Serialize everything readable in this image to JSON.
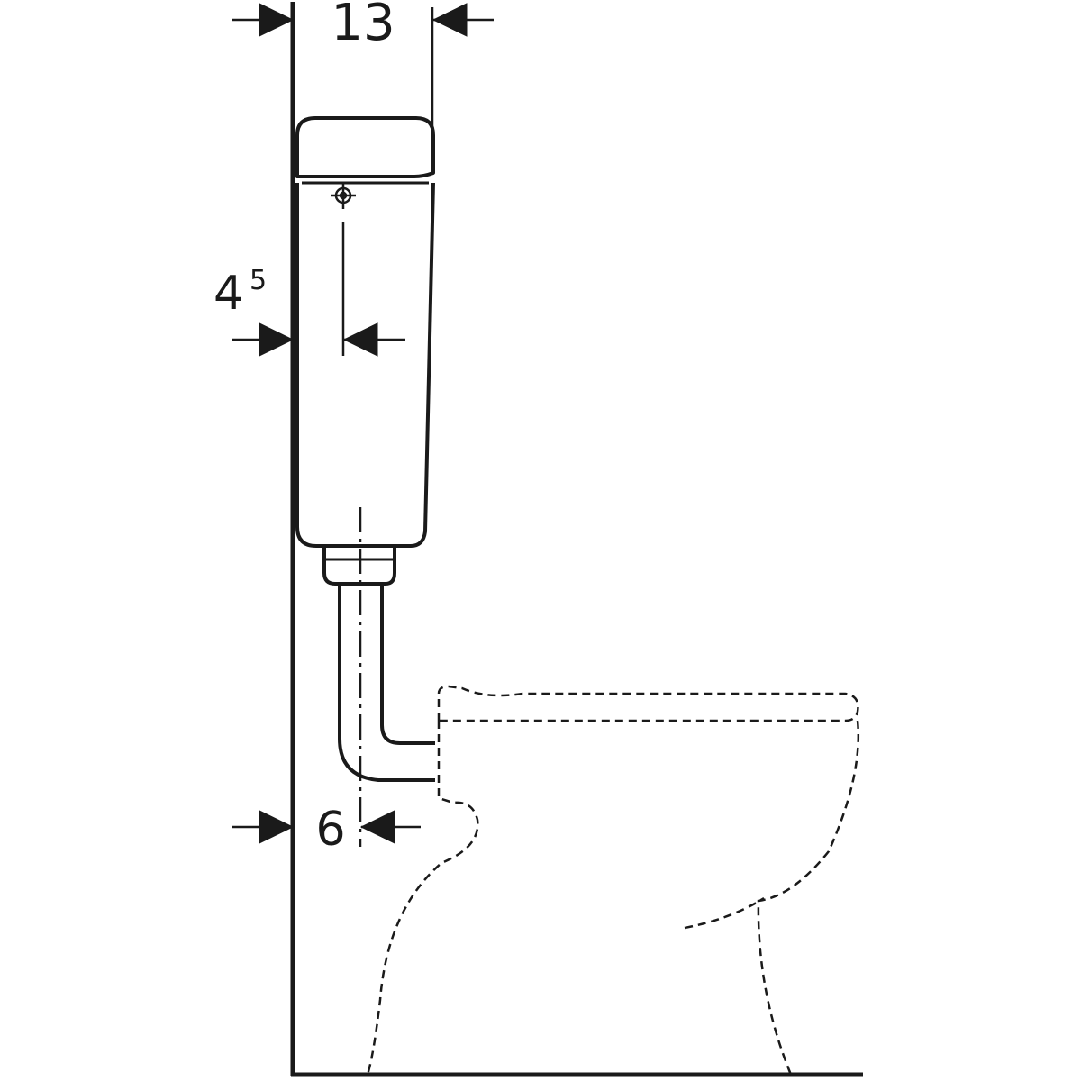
{
  "dimensions": {
    "top_width": "13",
    "wall_offset_main": "4",
    "wall_offset_sup": "5",
    "pipe_offset": "6"
  },
  "colors": {
    "line": "#1a1a1a",
    "background": "#ffffff"
  }
}
